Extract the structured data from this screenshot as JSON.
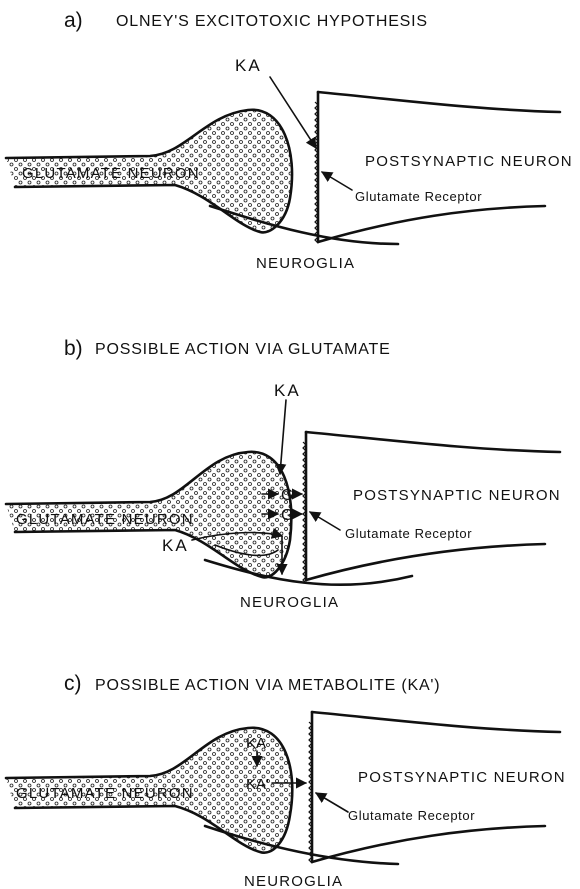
{
  "panels": [
    {
      "letter": "a)",
      "title": "OLNEY'S EXCITOTOXIC HYPOTHESIS",
      "ka_label": "KA",
      "presynaptic_label": "GLUTAMATE NEURON",
      "postsynaptic_label": "POSTSYNAPTIC NEURON",
      "receptor_label": "Glutamate Receptor",
      "glia_label": "NEUROGLIA"
    },
    {
      "letter": "b)",
      "title": "POSSIBLE ACTION VIA GLUTAMATE",
      "ka_label": "KA",
      "ka_glia_label": "KA",
      "g_labels": [
        "G",
        "G"
      ],
      "presynaptic_label": "GLUTAMATE NEURON",
      "postsynaptic_label": "POSTSYNAPTIC NEURON",
      "receptor_label": "Glutamate Receptor",
      "glia_label": "NEUROGLIA"
    },
    {
      "letter": "c)",
      "title": "POSSIBLE ACTION VIA METABOLITE (KA')",
      "ka_label": "KA",
      "metabolite_label": "KA'",
      "presynaptic_label": "GLUTAMATE NEURON",
      "postsynaptic_label": "POSTSYNAPTIC NEURON",
      "receptor_label": "Glutamate Receptor",
      "glia_label": "NEUROGLIA"
    }
  ]
}
